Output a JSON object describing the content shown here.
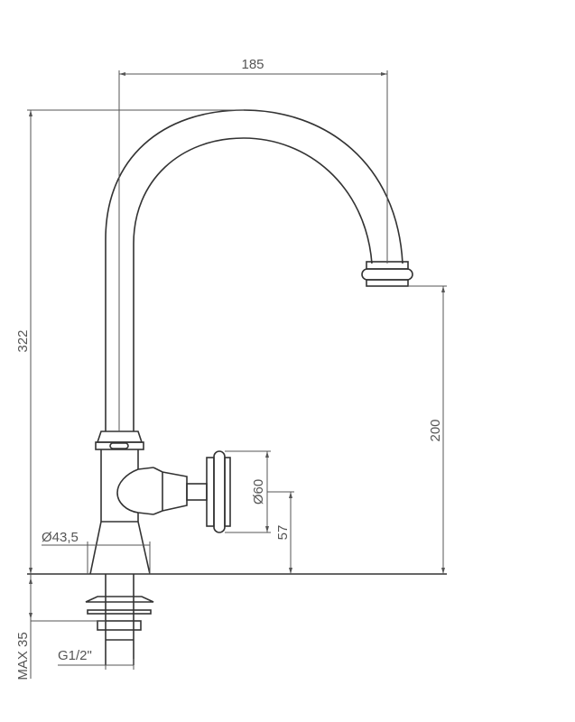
{
  "drawing": {
    "subject": "Faucet technical dimension drawing",
    "line_color": "#333333",
    "dimension_color": "#555555",
    "dimensions": {
      "spout_reach": "185",
      "total_height": "322",
      "spout_outlet_height": "200",
      "handle_diameter": "Ø60",
      "handle_center_height": "57",
      "base_diameter": "Ø43,5",
      "max_deck_thickness": "MAX 35",
      "thread": "G1/2\""
    }
  }
}
